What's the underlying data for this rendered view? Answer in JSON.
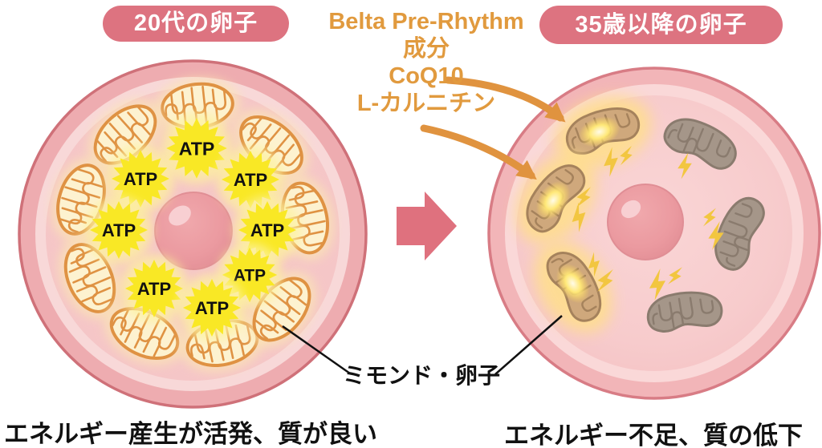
{
  "badges": {
    "left": "20代の卵子",
    "right": "35歳以降の卵子"
  },
  "supplement": {
    "brand": "Belta Pre-Rhythm",
    "component": "成分",
    "ingredient1": "CoQ10",
    "ingredient2": "L-カルニチン"
  },
  "labels": {
    "atp": "ATP",
    "cell_pointer": "ミモンド・卵子"
  },
  "captions": {
    "left": "エネルギー産生が活発、質が良い",
    "right": "エネルギー不足、質の低下"
  },
  "colors": {
    "badge_pink": "#dd7380",
    "accent_orange": "#e0933f",
    "atp_yellow": "#f9e825",
    "healthy_mito_outline": "#df9243",
    "aged_mito_gray": "#a59689",
    "cell_pink": "#f5c6c7",
    "text_black": "#111111"
  }
}
